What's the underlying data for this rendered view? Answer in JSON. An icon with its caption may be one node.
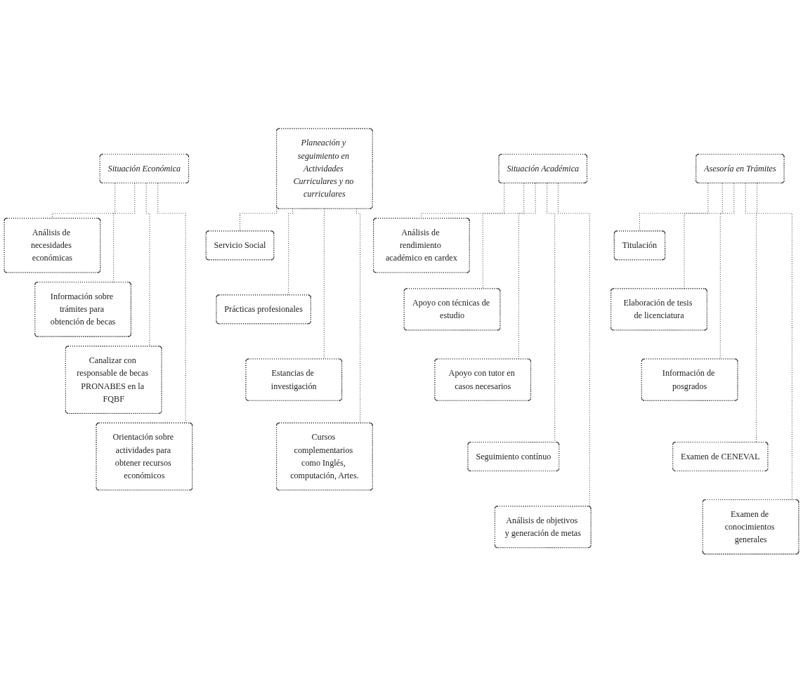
{
  "diagram": {
    "nodes": [
      {
        "text": [
          "Situación Académica"
        ]
      },
      {
        "text": [
          "Análisis de rendimiento académico en cardex"
        ]
      },
      {
        "text": [
          "Apoyo con técnicas de estudio"
        ]
      },
      {
        "text": [
          "Apoyo con tutor en casos necesarios"
        ]
      },
      {
        "text": [
          "Seguimiento contínuo"
        ]
      },
      {
        "text": [
          "Análisis de objetivos y generación de metas"
        ]
      },
      {
        "text": [
          "Situación Económica"
        ]
      },
      {
        "text": [
          "Análisis de necesidades económicas"
        ]
      },
      {
        "text": [
          "Información sobre trámites para obtención de becas"
        ]
      },
      {
        "text": [
          "Canalizar con responsable de becas PRONABES en la FQBF"
        ]
      },
      {
        "text": [
          "Orientación sobre actividades para obtener recursos económicos"
        ]
      },
      {
        "text": [
          "Planeación y seguimiento en Actividades Curriculares y no curriculares"
        ]
      },
      {
        "text": [
          "Servicio Social"
        ]
      },
      {
        "text": [
          "Prácticas profesionales"
        ]
      },
      {
        "text": [
          "Estancias de investigación"
        ]
      },
      {
        "text": [
          "Cursos complementarios como Inglés, computación, Artes."
        ]
      },
      {
        "text": [
          "Asesoría en Trámites"
        ]
      },
      {
        "text": [
          "Titulación"
        ]
      },
      {
        "text": [
          "Elaboración de tesis de licenciatura"
        ]
      },
      {
        "text": [
          "Información de posgrados"
        ]
      },
      {
        "text": [
          "Examen de CENEVAL"
        ]
      },
      {
        "text": [
          "Examen de conocimientos generales"
        ]
      }
    ],
    "edges": [
      {
        "from": 0,
        "to": 1,
        "arrow": "none",
        "style": "dashed"
      },
      {
        "from": 0,
        "to": 2,
        "arrow": "none",
        "style": "dashed"
      },
      {
        "from": 0,
        "to": 3,
        "arrow": "none",
        "style": "dashed"
      },
      {
        "from": 0,
        "to": 4,
        "arrow": "none",
        "style": "dashed"
      },
      {
        "from": 0,
        "to": 5,
        "arrow": "none",
        "style": "dashed"
      },
      {
        "from": 6,
        "to": 7,
        "arrow": "none",
        "style": "dashed"
      },
      {
        "from": 6,
        "to": 8,
        "arrow": "none",
        "style": "dashed"
      },
      {
        "from": 6,
        "to": 9,
        "arrow": "none",
        "style": "dashed"
      },
      {
        "from": 6,
        "to": 10,
        "arrow": "none",
        "style": "dashed"
      },
      {
        "from": 11,
        "to": 12,
        "arrow": "none",
        "style": "dashed"
      },
      {
        "from": 11,
        "to": 13,
        "arrow": "none",
        "style": "dashed"
      },
      {
        "from": 11,
        "to": 14,
        "arrow": "none",
        "style": "dashed"
      },
      {
        "from": 11,
        "to": 15,
        "arrow": "none",
        "style": "dashed"
      },
      {
        "from": 16,
        "to": 17,
        "arrow": "none",
        "style": "dashed"
      },
      {
        "from": 16,
        "to": 18,
        "arrow": "none",
        "style": "dashed"
      },
      {
        "from": 16,
        "to": 19,
        "arrow": "none",
        "style": "dashed"
      },
      {
        "from": 16,
        "to": 20,
        "arrow": "none",
        "style": "dashed"
      },
      {
        "from": 16,
        "to": 21,
        "arrow": "none",
        "style": "dashed"
      }
    ]
  }
}
